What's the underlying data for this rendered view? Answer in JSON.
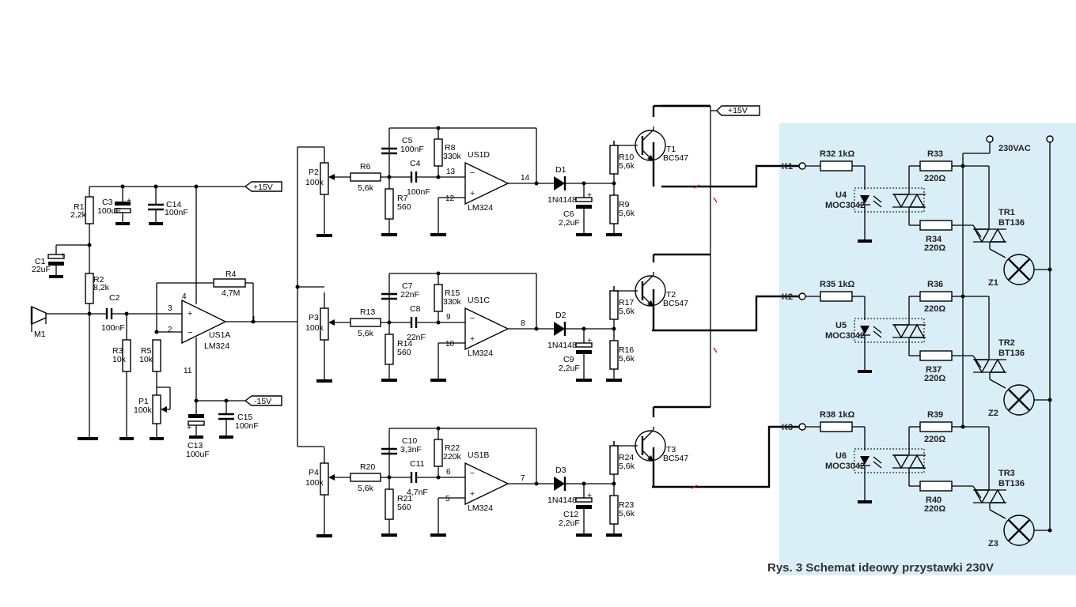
{
  "colors": {
    "panel": "#daeef7",
    "line": "#000000",
    "accent_red": "#cc0000"
  },
  "labels": {
    "vplus": "+15V",
    "vminus": "-15V",
    "vplus2": "+15V",
    "ac": "230VAC",
    "M1": "M1",
    "R1": "R1",
    "R1v": "2,2k",
    "R2": "R2",
    "R2v": "8,2k",
    "C1": "C1",
    "C1v": "22uF",
    "C2": "C2",
    "C2v": "100nF",
    "C3": "C3",
    "C3v": "100uF",
    "C14": "C14",
    "C14v": "100nF",
    "R3": "R3",
    "R3v": "10k",
    "R5": "R5",
    "R5v": "10k",
    "P1": "P1",
    "P1v": "100k",
    "R4": "R4",
    "R4v": "4,7M",
    "US1A": "US1A",
    "LM": "LM324",
    "C13": "C13",
    "C13v": "100uF",
    "C15": "C15",
    "C15v": "100nF",
    "P2": "P2",
    "P3": "P3",
    "P4": "P4",
    "Pv": "100k",
    "R6": "R6",
    "R13": "R13",
    "R20": "R20",
    "Rv56": "5,6k",
    "C5": "C5",
    "C5v": "100nF",
    "C4": "C4",
    "C4v": "100nF",
    "R8": "R8",
    "R8v": "330k",
    "R7": "R7",
    "R14": "R14",
    "R21": "R21",
    "Rv560": "560",
    "US1D": "US1D",
    "US1C": "US1C",
    "US1B": "US1B",
    "C7": "C7",
    "C7v": "22nF",
    "C8": "C8",
    "C8v": "22nF",
    "R15": "R15",
    "R15v": "330k",
    "C10": "C10",
    "C10v": "3,3nF",
    "C11": "C11",
    "C11v": "4,7nF",
    "R22": "R22",
    "R22v": "220k",
    "D1": "D1",
    "D2": "D2",
    "D3": "D3",
    "Dv": "1N4148",
    "C6": "C6",
    "C9": "C9",
    "C12": "C12",
    "Cv22": "2,2uF",
    "R10": "R10",
    "R9": "R9",
    "R17": "R17",
    "R16": "R16",
    "R24": "R24",
    "R23": "R23",
    "T1": "T1",
    "T2": "T2",
    "T3": "T3",
    "Tv": "BC547",
    "K1": "K1",
    "K2": "K2",
    "K3": "K3",
    "R32": "R32  1kΩ",
    "R35": "R35  1kΩ",
    "R38": "R38  1kΩ",
    "R33": "R33",
    "R34": "R34",
    "R36": "R36",
    "R37": "R37",
    "R39": "R39",
    "R40": "R40",
    "Rv220": "220Ω",
    "U4": "U4",
    "U5": "U5",
    "U6": "U6",
    "Uv": "MOC3042",
    "TR1": "TR1",
    "TR2": "TR2",
    "TR3": "TR3",
    "TRv": "BT136",
    "Z1": "Z1",
    "Z2": "Z2",
    "Z3": "Z3",
    "pin1": "1",
    "pin2": "2",
    "pin3": "3",
    "pin4": "4",
    "pin11": "11",
    "pin13": "13",
    "pin12": "12",
    "pin14": "14",
    "pin9": "9",
    "pin10": "10",
    "pin8": "8",
    "pin6": "6",
    "pin5": "5",
    "pin7": "7"
  },
  "caption": "Rys. 3 Schemat ideowy przystawki 230V"
}
